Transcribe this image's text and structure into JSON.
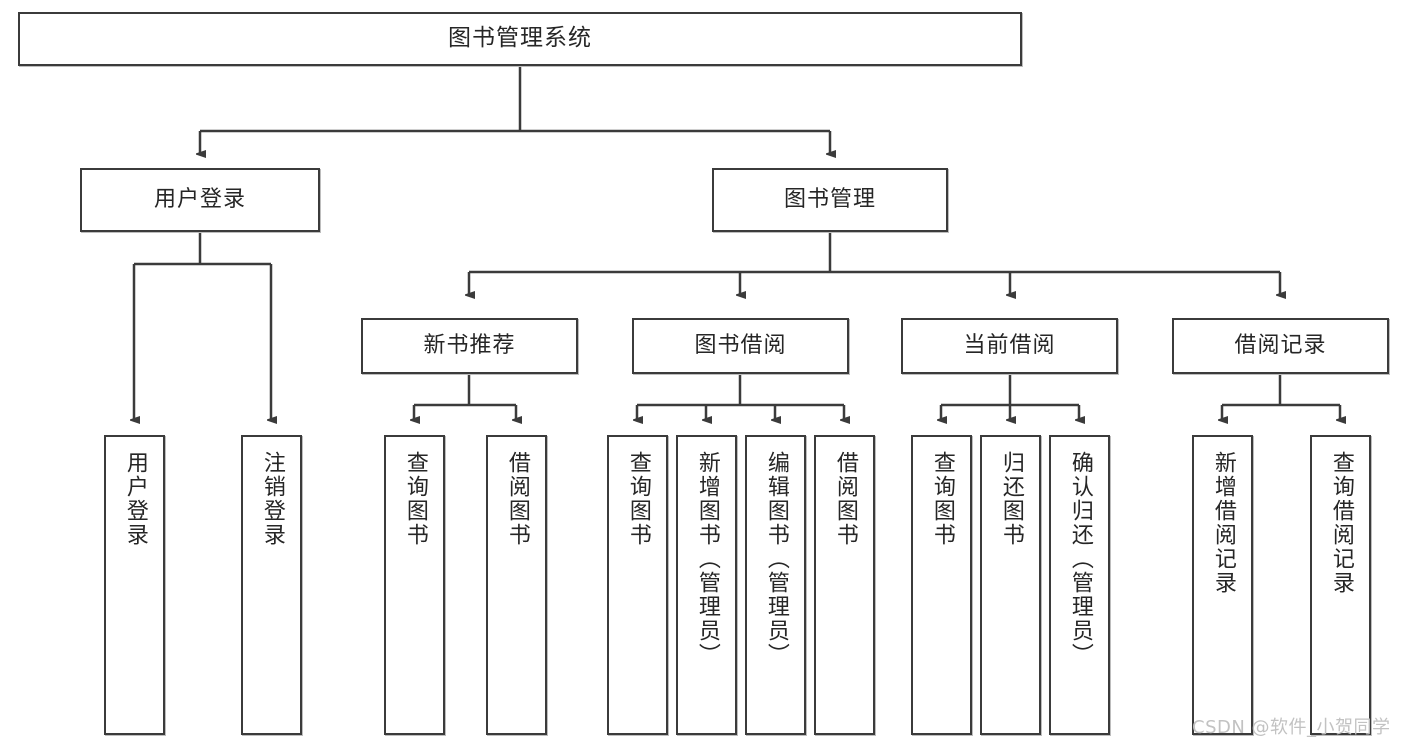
{
  "diagram": {
    "title": "图书管理系统",
    "type": "tree",
    "root": {
      "label": "图书管理系统"
    },
    "level2": [
      {
        "id": "user-login",
        "label": "用户登录"
      },
      {
        "id": "book-manage",
        "label": "图书管理"
      }
    ],
    "level3": [
      {
        "id": "new-book-recommend",
        "label": "新书推荐"
      },
      {
        "id": "book-borrow",
        "label": "图书借阅"
      },
      {
        "id": "current-borrow",
        "label": "当前借阅"
      },
      {
        "id": "borrow-record",
        "label": "借阅记录"
      }
    ],
    "leaves": {
      "user_login": [
        {
          "id": "leaf-user-login",
          "label": "用户登录"
        },
        {
          "id": "leaf-logout",
          "label": "注销登录"
        }
      ],
      "new_book_recommend": [
        {
          "id": "leaf-query-book-1",
          "label": "查询图书"
        },
        {
          "id": "leaf-borrow-book-1",
          "label": "借阅图书"
        }
      ],
      "book_borrow": [
        {
          "id": "leaf-query-book-2",
          "label": "查询图书"
        },
        {
          "id": "leaf-add-book",
          "label": "新增图书（管理员）"
        },
        {
          "id": "leaf-edit-book",
          "label": "编辑图书（管理员）"
        },
        {
          "id": "leaf-borrow-book-2",
          "label": "借阅图书"
        }
      ],
      "current_borrow": [
        {
          "id": "leaf-query-book-3",
          "label": "查询图书"
        },
        {
          "id": "leaf-return-book",
          "label": "归还图书"
        },
        {
          "id": "leaf-confirm-return",
          "label": "确认归还（管理员）"
        }
      ],
      "borrow_record": [
        {
          "id": "leaf-add-record",
          "label": "新增借阅记录"
        },
        {
          "id": "leaf-query-record",
          "label": "查询借阅记录"
        }
      ]
    }
  },
  "watermark": {
    "text": "CSDN @软件_小贺同学"
  },
  "colors": {
    "stroke": "#3b3b3b",
    "text": "#262626",
    "background": "#ffffff",
    "watermark": "#c2c2c2"
  }
}
